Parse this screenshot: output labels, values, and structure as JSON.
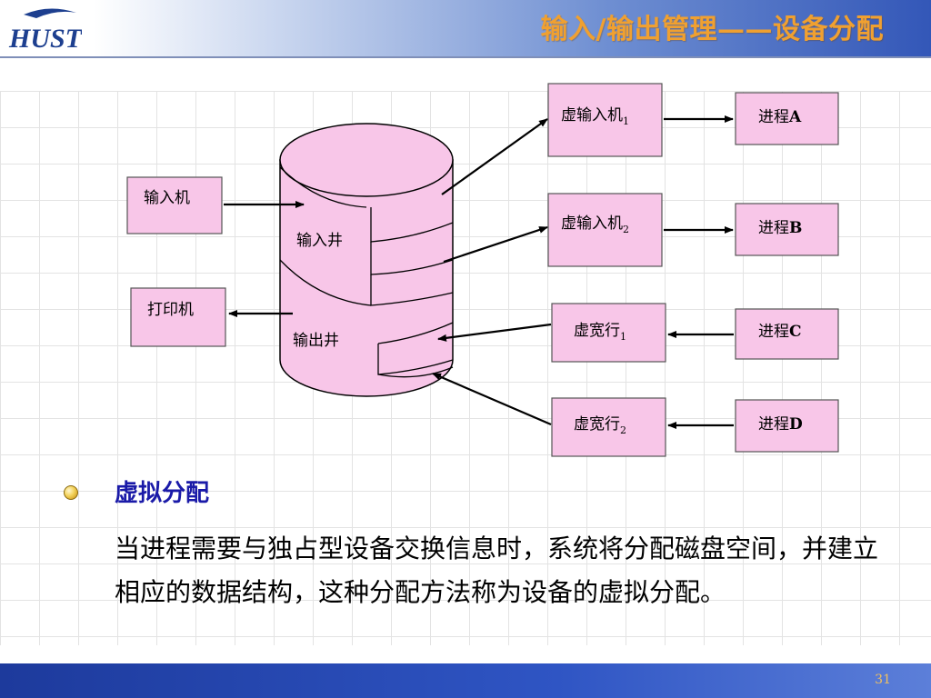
{
  "header": {
    "logo_text": "HUST",
    "title": "输入/输出管理——设备分配"
  },
  "diagram": {
    "physical_devices": [
      "输入机",
      "打印机"
    ],
    "wells": [
      "输入井",
      "输出井"
    ],
    "virtual_devices": [
      {
        "name": "虚输入机",
        "sub": "1"
      },
      {
        "name": "虚输入机",
        "sub": "2"
      },
      {
        "name": "虚宽行",
        "sub": "1"
      },
      {
        "name": "虚宽行",
        "sub": "2"
      }
    ],
    "processes": [
      {
        "prefix": "进程",
        "letter": "A"
      },
      {
        "prefix": "进程",
        "letter": "B"
      },
      {
        "prefix": "进程",
        "letter": "C"
      },
      {
        "prefix": "进程",
        "letter": "D"
      }
    ]
  },
  "content": {
    "heading": "虚拟分配",
    "paragraph": "当进程需要与独占型设备交换信息时，系统将分配磁盘空间，并建立相应的数据结构，这种分配方法称为设备的虚拟分配。"
  },
  "footer": {
    "page_number": "31"
  }
}
